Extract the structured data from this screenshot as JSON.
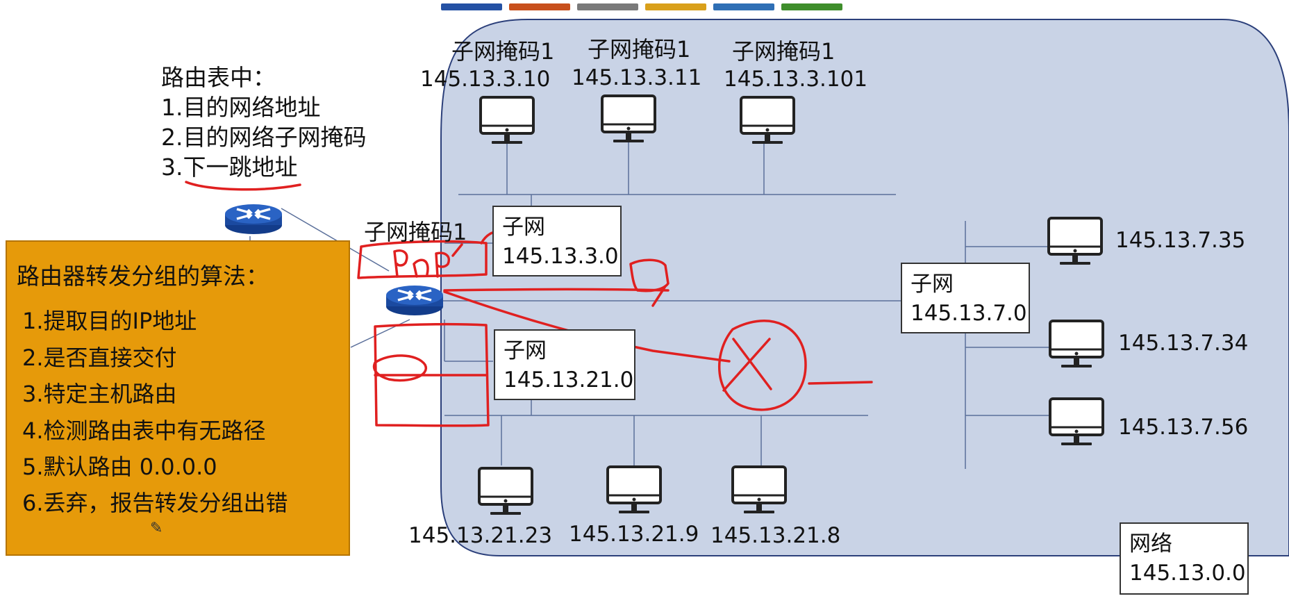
{
  "top_bar_colors": [
    "#2451a4",
    "#c8501c",
    "#7a7a7a",
    "#d9a01b",
    "#2f6fb5",
    "#3f8e2c"
  ],
  "network_area_color": "#c9d3e6",
  "annotation_color": "#e02020",
  "routing_table": {
    "title": "路由表中：",
    "items": [
      "1.目的网络地址",
      "2.目的网络子网掩码",
      "3.下一跳地址"
    ]
  },
  "algorithm": {
    "title": "路由器转发分组的算法：",
    "steps": [
      "1.提取目的IP地址",
      "2.是否直接交付",
      "3.特定主机路由",
      "4.检测路由表中有无路径",
      "5.默认路由 0.0.0.0",
      "6.丢弃，报告转发分组出错"
    ]
  },
  "top_hosts": [
    {
      "mask": "子网掩码1",
      "ip": "145.13.3.10"
    },
    {
      "mask": "子网掩码1",
      "ip": "145.13.3.11"
    },
    {
      "mask": "子网掩码1",
      "ip": "145.13.3.101"
    }
  ],
  "router_mask_label": "子网掩码1",
  "subnet_3": {
    "label": "子网",
    "ip": "145.13.3.0"
  },
  "subnet_21": {
    "label": "子网",
    "ip": "145.13.21.0"
  },
  "subnet_7": {
    "label": "子网",
    "ip": "145.13.7.0"
  },
  "right_hosts": [
    {
      "ip": "145.13.7.35"
    },
    {
      "ip": "145.13.7.34"
    },
    {
      "ip": "145.13.7.56"
    }
  ],
  "bottom_hosts": [
    {
      "ip": "145.13.21.23"
    },
    {
      "ip": "145.13.21.9"
    },
    {
      "ip": "145.13.21.8"
    }
  ],
  "network": {
    "label": "网络",
    "ip": "145.13.0.0"
  }
}
